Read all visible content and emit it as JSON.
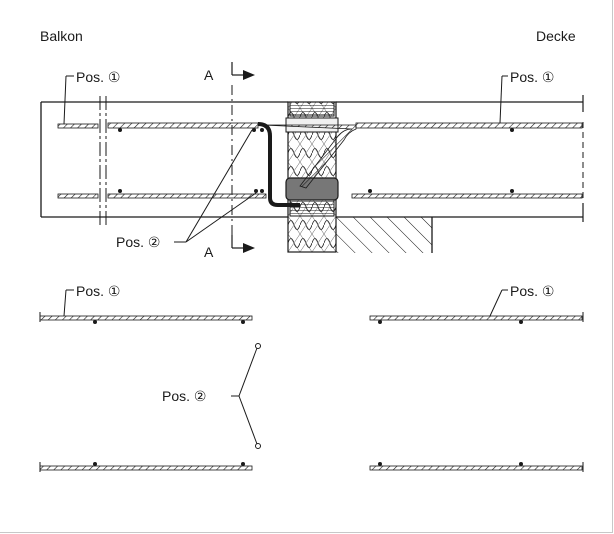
{
  "labels": {
    "balkon": "Balkon",
    "decke": "Decke",
    "pos1": "Pos. ①",
    "pos2": "Pos. ②",
    "section": "A"
  }
}
